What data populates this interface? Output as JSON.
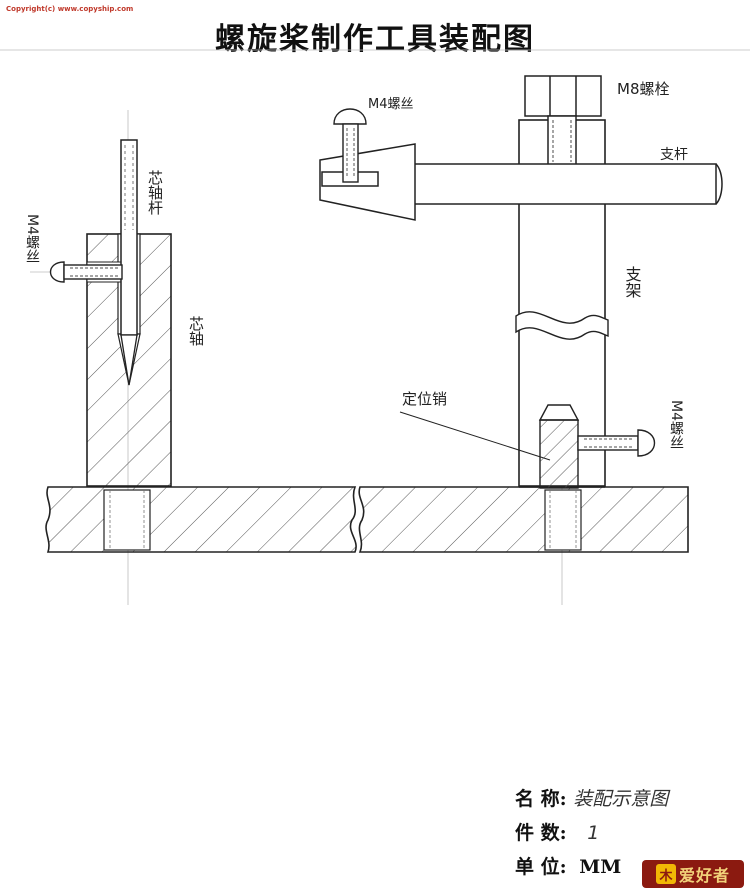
{
  "watermark": "Copyright(c) www.copyship.com",
  "title": "螺旋桨制作工具装配图",
  "labels": {
    "core_shaft_rod": "芯轴杆",
    "m4_screw_left": "M4螺丝",
    "core_shaft": "芯轴",
    "m4_screw_top": "M4螺丝",
    "m8_bolt": "M8螺栓",
    "support_rod": "支杆",
    "bracket": "支架",
    "locating_pin": "定位销",
    "m4_screw_right": "M4螺丝"
  },
  "title_block": {
    "name_label": "名 称:",
    "name_value": "装配示意图",
    "count_label": "件 数:",
    "count_value": "1",
    "unit_label": "单 位:",
    "unit_value": "MM"
  },
  "logo_text": "爱好者"
}
